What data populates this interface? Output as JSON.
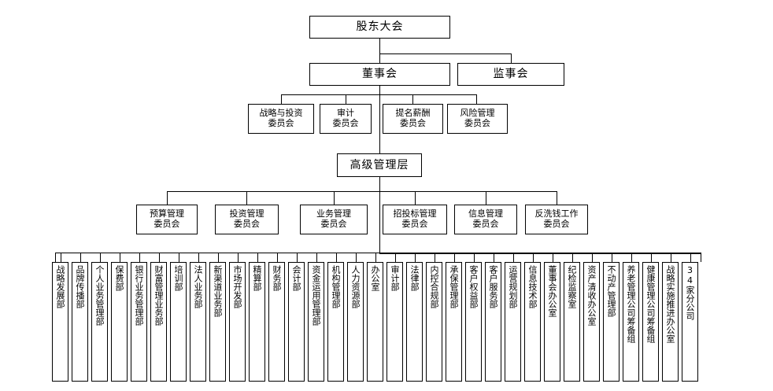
{
  "chart_data": {
    "type": "diagram",
    "title": "公司组织架构图",
    "levels": [
      {
        "name": "shareholders",
        "nodes": [
          "股东大会"
        ]
      },
      {
        "name": "board",
        "nodes": [
          "董事会",
          "监事会"
        ]
      },
      {
        "name": "board_committees",
        "nodes": [
          "战略与投资委员会",
          "审计委员会",
          "提名薪酬委员会",
          "风险管理委员会"
        ]
      },
      {
        "name": "senior_management",
        "nodes": [
          "高级管理层"
        ]
      },
      {
        "name": "management_committees",
        "nodes": [
          "预算管理委员会",
          "投资管理委员会",
          "业务管理委员会",
          "招投标管理委员会",
          "信息管理委员会",
          "反洗钱工作委员会"
        ]
      },
      {
        "name": "departments",
        "count": 33
      }
    ]
  },
  "shareholders_meeting": {
    "label": "股东大会"
  },
  "board": {
    "board_of_directors": {
      "label": "董事会"
    },
    "board_of_supervisors": {
      "label": "监事会"
    }
  },
  "board_committees": [
    {
      "line1": "战略与投资",
      "line2": "委员会",
      "full": "战略与投资委员会"
    },
    {
      "line1": "审计",
      "line2": "委员会",
      "full": "审计委员会"
    },
    {
      "line1": "提名薪酬",
      "line2": "委员会",
      "full": "提名薪酬委员会"
    },
    {
      "line1": "风险管理",
      "line2": "委员会",
      "full": "风险管理委员会"
    }
  ],
  "senior_management": {
    "label": "高级管理层"
  },
  "management_committees": [
    {
      "line1": "预算管理",
      "line2": "委员会",
      "full": "预算管理委员会"
    },
    {
      "line1": "投资管理",
      "line2": "委员会",
      "full": "投资管理委员会"
    },
    {
      "line1": "业务管理",
      "line2": "委员会",
      "full": "业务管理委员会"
    },
    {
      "line1": "招投标管理",
      "line2": "委员会",
      "full": "招投标管理委员会"
    },
    {
      "line1": "信息管理",
      "line2": "委员会",
      "full": "信息管理委员会"
    },
    {
      "line1": "反洗钱工作",
      "line2": "委员会",
      "full": "反洗钱工作委员会"
    }
  ],
  "departments": [
    {
      "label": "战略发展部"
    },
    {
      "label": "品牌传播部"
    },
    {
      "label": "个人业务管理部"
    },
    {
      "label": "保费部"
    },
    {
      "label": "银行业务管理部"
    },
    {
      "label": "财富管理业务部"
    },
    {
      "label": "培训部"
    },
    {
      "label": "法人业务部"
    },
    {
      "label": "新渠道业务部"
    },
    {
      "label": "市场开发部"
    },
    {
      "label": "精算部"
    },
    {
      "label": "财务部"
    },
    {
      "label": "会计部"
    },
    {
      "label": "资金运用管理部"
    },
    {
      "label": "机构管理部"
    },
    {
      "label": "人力资源部"
    },
    {
      "label": "办公室"
    },
    {
      "label": "审计部"
    },
    {
      "label": "法律部"
    },
    {
      "label": "内控合规部"
    },
    {
      "label": "承保管理部"
    },
    {
      "label": "客户权益部"
    },
    {
      "label": "客户服务部"
    },
    {
      "label": "运营规划部"
    },
    {
      "label": "信息技术部"
    },
    {
      "label": "董事会办公室"
    },
    {
      "label": "纪检监察室"
    },
    {
      "label": "资产清收办公室"
    },
    {
      "label": "不动产管理部"
    },
    {
      "label": "养老管理公司筹备组"
    },
    {
      "label": "健康管理公司筹备组"
    },
    {
      "label": "战略实施推进办公室"
    },
    {
      "label": "34家分公司"
    }
  ],
  "colors": {
    "line": "#000000",
    "box_border": "#000000",
    "background": "#ffffff",
    "text": "#000000"
  }
}
